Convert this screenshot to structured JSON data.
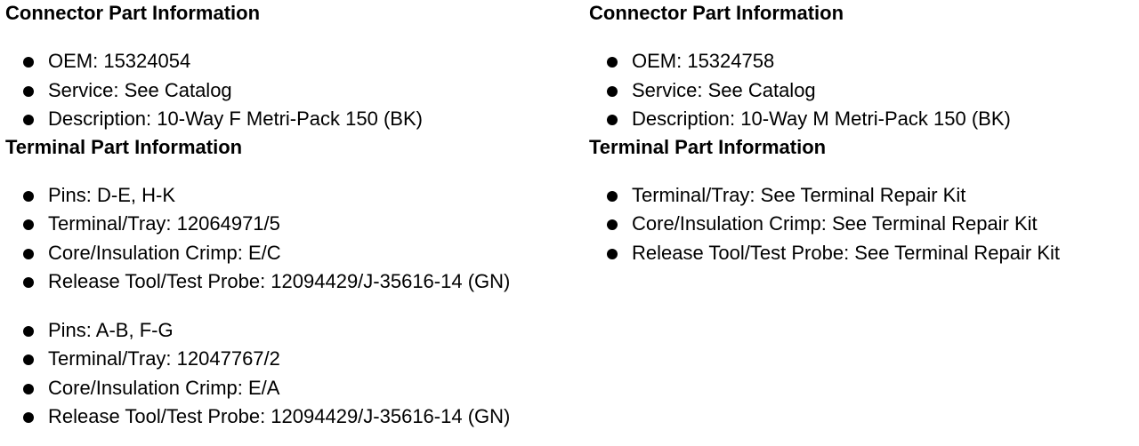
{
  "left": {
    "connector_heading": "Connector Part Information",
    "connector_items": [
      "OEM: 15324054",
      "Service: See Catalog",
      "Description: 10-Way F Metri-Pack 150 (BK)"
    ],
    "terminal_heading": "Terminal Part Information",
    "terminal_group_1": [
      "Pins: D-E, H-K",
      "Terminal/Tray: 12064971/5",
      "Core/Insulation Crimp: E/C",
      "Release Tool/Test Probe: 12094429/J-35616-14 (GN)"
    ],
    "terminal_group_2": [
      "Pins: A-B, F-G",
      "Terminal/Tray: 12047767/2",
      "Core/Insulation Crimp: E/A",
      "Release Tool/Test Probe: 12094429/J-35616-14 (GN)"
    ]
  },
  "right": {
    "connector_heading": "Connector Part Information",
    "connector_items": [
      "OEM: 15324758",
      "Service: See Catalog",
      "Description: 10-Way M Metri-Pack 150 (BK)"
    ],
    "terminal_heading": "Terminal Part Information",
    "terminal_group_1": [
      "Terminal/Tray: See Terminal Repair Kit",
      "Core/Insulation Crimp: See Terminal Repair Kit",
      "Release Tool/Test Probe: See Terminal Repair Kit"
    ]
  },
  "icons": {
    "bullet": "bullet-icon"
  }
}
